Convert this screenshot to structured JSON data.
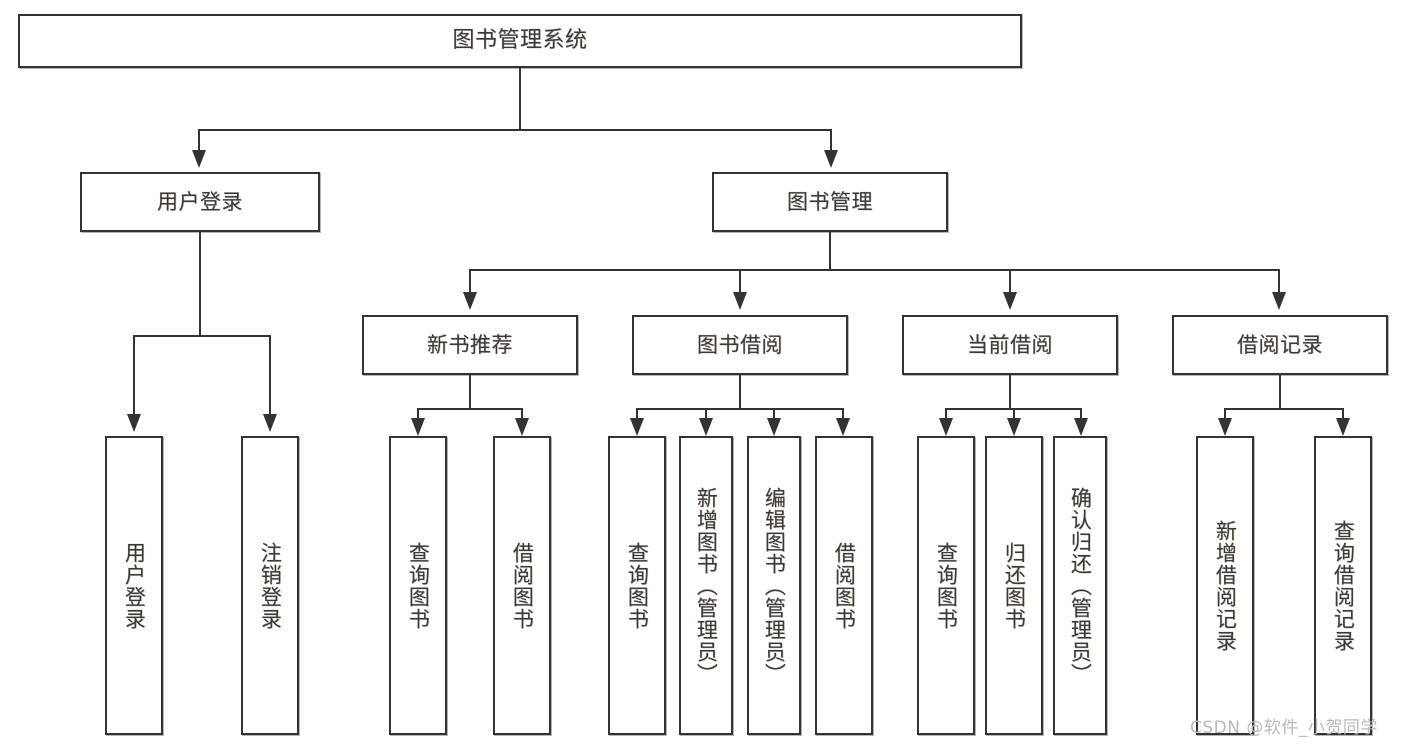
{
  "diagram": {
    "title": "图书管理系统",
    "type": "tree-hierarchy",
    "root": {
      "label": "图书管理系统"
    },
    "level2": [
      {
        "label": "用户登录"
      },
      {
        "label": "图书管理"
      }
    ],
    "level3": [
      {
        "label": "新书推荐"
      },
      {
        "label": "图书借阅"
      },
      {
        "label": "当前借阅"
      },
      {
        "label": "借阅记录"
      }
    ],
    "leaves": {
      "user_login": [
        {
          "label": "用户登录"
        },
        {
          "label": "注销登录"
        }
      ],
      "new_book_recommend": [
        {
          "label": "查询图书"
        },
        {
          "label": "借阅图书"
        }
      ],
      "book_borrow": [
        {
          "label": "查询图书"
        },
        {
          "label": "新增图书（管理员）"
        },
        {
          "label": "编辑图书（管理员）"
        },
        {
          "label": "借阅图书"
        }
      ],
      "current_borrow": [
        {
          "label": "查询图书"
        },
        {
          "label": "归还图书"
        },
        {
          "label": "确认归还（管理员）"
        }
      ],
      "borrow_record": [
        {
          "label": "新增借阅记录"
        },
        {
          "label": "查询借阅记录"
        }
      ]
    }
  },
  "watermark": {
    "text": "CSDN @软件_小贺同学"
  },
  "colors": {
    "stroke": "#333333",
    "background": "#ffffff",
    "text": "#3a3a3a",
    "watermark": "#b9b9b9"
  }
}
